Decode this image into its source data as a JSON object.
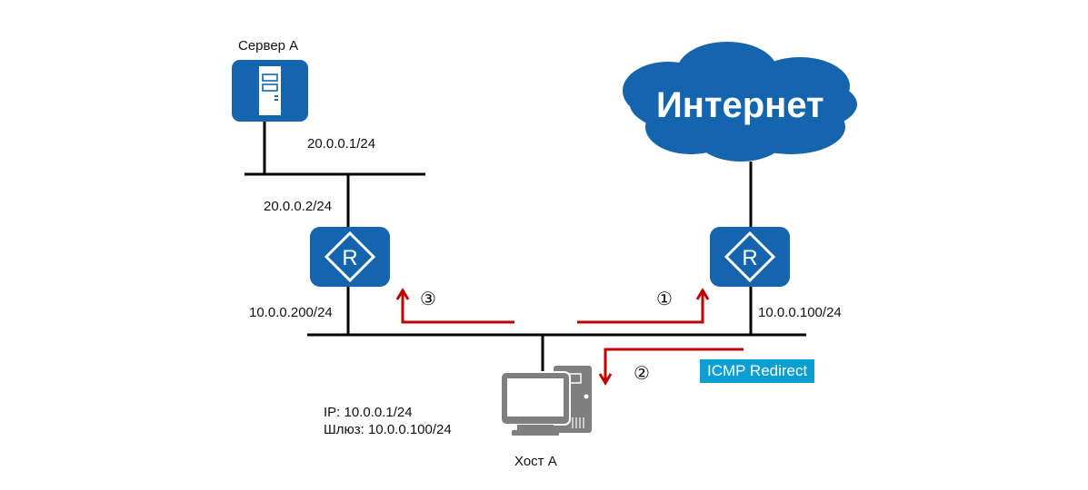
{
  "colors": {
    "device_blue": "#1565ae",
    "arrow_red": "#c00000",
    "host_gray": "#7f7f7f",
    "badge_cyan": "#0a9fd3"
  },
  "server": {
    "label": "Сервер А",
    "ip": "20.0.0.1/24"
  },
  "router_left": {
    "ip_top": "20.0.0.2/24",
    "ip_bottom": "10.0.0.200/24"
  },
  "router_right": {
    "ip_bottom": "10.0.0.100/24"
  },
  "internet": {
    "label": "Интернет"
  },
  "host": {
    "label": "Хост А",
    "ip_line": "IP: 10.0.0.1/24",
    "gateway_line": "Шлюз: 10.0.0.100/24"
  },
  "steps": {
    "one": "①",
    "two": "②",
    "three": "③"
  },
  "badge": {
    "label": "ICMP Redirect"
  }
}
